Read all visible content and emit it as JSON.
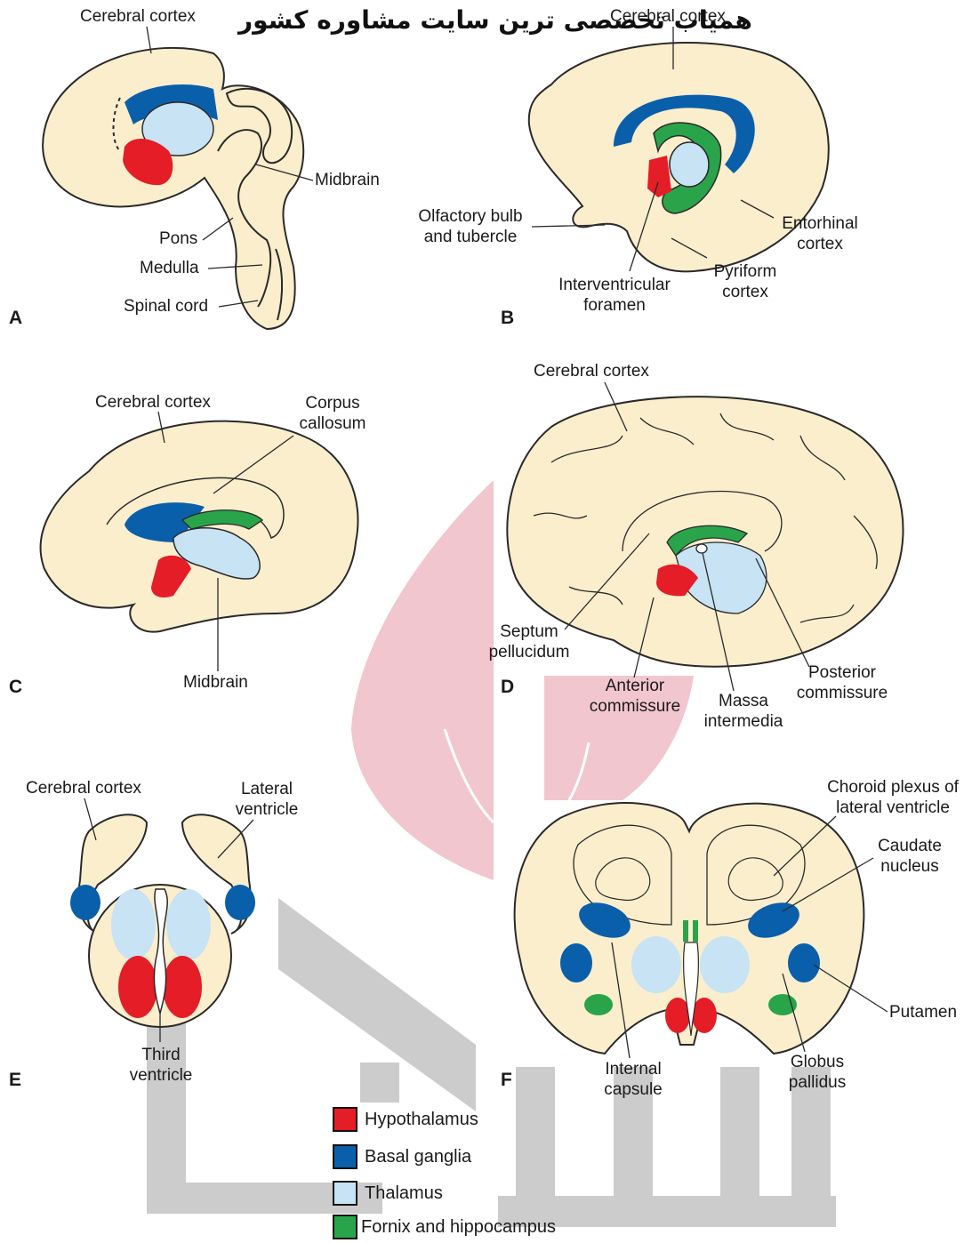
{
  "watermark": {
    "text": "همیاب تخصصی ترین سایت مشاوره کشور",
    "colors": {
      "pink": "#f2c6cf",
      "gray": "#c9c9c9",
      "red": "#e8323f"
    }
  },
  "colors": {
    "tissue": "#fbeecd",
    "outline": "#2a2a2a",
    "hypothalamus": "#e41d26",
    "basal_ganglia": "#0a5fab",
    "thalamus": "#c7e3f4",
    "fornix": "#2aa44a"
  },
  "panels": {
    "A": {
      "letter": "A",
      "labels": {
        "cerebral_cortex": "Cerebral cortex",
        "midbrain": "Midbrain",
        "pons": "Pons",
        "medulla": "Medulla",
        "spinal_cord": "Spinal cord"
      }
    },
    "B": {
      "letter": "B",
      "labels": {
        "cerebral_cortex": "Cerebral cortex",
        "olfactory_1": "Olfactory bulb",
        "olfactory_2": "and tubercle",
        "entorhinal_1": "Entorhinal",
        "entorhinal_2": "cortex",
        "pyriform_1": "Pyriform",
        "pyriform_2": "cortex",
        "interventricular_1": "Interventricular",
        "interventricular_2": "foramen"
      }
    },
    "C": {
      "letter": "C",
      "labels": {
        "cerebral_cortex": "Cerebral cortex",
        "corpus_1": "Corpus",
        "corpus_2": "callosum",
        "midbrain": "Midbrain"
      }
    },
    "D": {
      "letter": "D",
      "labels": {
        "cerebral_cortex": "Cerebral cortex",
        "septum_1": "Septum",
        "septum_2": "pellucidum",
        "anterior_1": "Anterior",
        "anterior_2": "commissure",
        "massa_1": "Massa",
        "massa_2": "intermedia",
        "posterior_1": "Posterior",
        "posterior_2": "commissure"
      }
    },
    "E": {
      "letter": "E",
      "labels": {
        "cerebral_cortex": "Cerebral cortex",
        "lateral_1": "Lateral",
        "lateral_2": "ventricle",
        "third_1": "Third",
        "third_2": "ventricle"
      }
    },
    "F": {
      "letter": "F",
      "labels": {
        "choroid_1": "Choroid plexus of",
        "choroid_2": "lateral ventricle",
        "caudate_1": "Caudate",
        "caudate_2": "nucleus",
        "putamen": "Putamen",
        "internal_1": "Internal",
        "internal_2": "capsule",
        "globus_1": "Globus",
        "globus_2": "pallidus"
      }
    }
  },
  "legend": [
    {
      "label": "Hypothalamus",
      "color": "#e41d26"
    },
    {
      "label": "Basal ganglia",
      "color": "#0a5fab"
    },
    {
      "label": "Thalamus",
      "color": "#c7e3f4"
    },
    {
      "label": "Fornix and hippocampus",
      "color": "#2aa44a"
    }
  ]
}
